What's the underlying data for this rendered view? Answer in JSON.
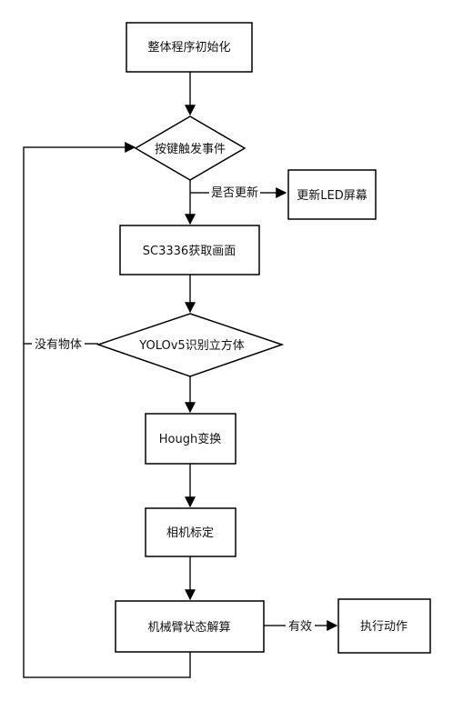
{
  "nodes": {
    "init": "整体程序初始化",
    "button": "按键触发事件",
    "update_led": "更新LED屏幕",
    "capture": "SC3336获取画面",
    "yolo": "YOLOv5识别立方体",
    "hough": "Hough变换",
    "calib": "相机标定",
    "arm_solve": "机械臂状态解算",
    "execute": "执行动作"
  },
  "edges": {
    "update_q": "是否更新",
    "no_object": "没有物体",
    "valid": "有效"
  }
}
